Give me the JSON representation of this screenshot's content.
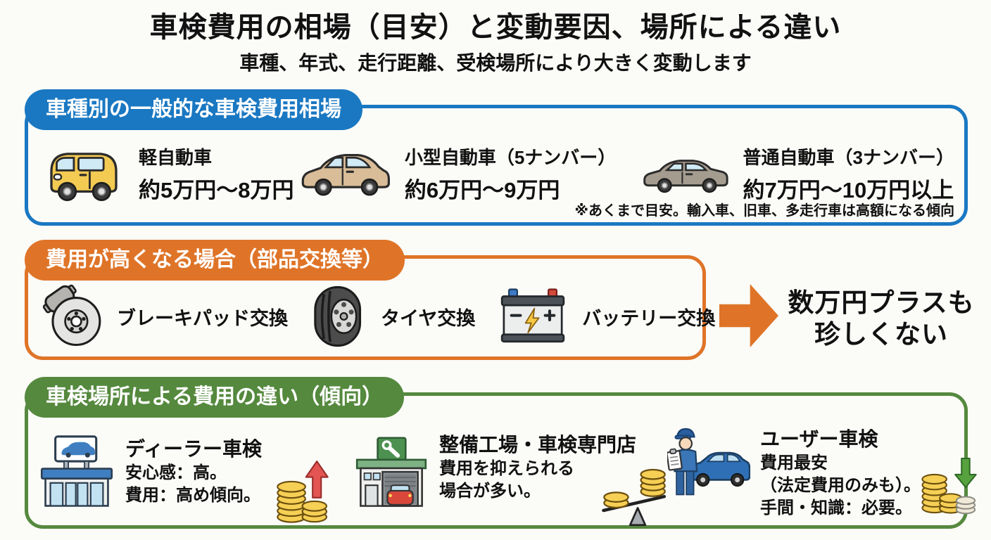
{
  "colors": {
    "blue": "#1a78c2",
    "orange": "#df7428",
    "green": "#55893e",
    "red_arrow": "#e25552",
    "green_arrow": "#57a23e",
    "coin_gold": "#f6cf55"
  },
  "page": {
    "title": "車検費用の相場（目安）と変動要因、場所による違い",
    "subtitle": "車種、年式、走行距離、受検場所により大きく変動します"
  },
  "vehicle_section": {
    "header": "車種別の一般的な車検費用相場",
    "items": [
      {
        "icon": "kei-car-icon",
        "name": "軽自動車",
        "price": "約5万円〜8万円"
      },
      {
        "icon": "compact-car-icon",
        "name": "小型自動車（5ナンバー）",
        "price": "約6万円〜9万円"
      },
      {
        "icon": "sedan-car-icon",
        "name": "普通自動車（3ナンバー）",
        "price": "約7万円〜10万円以上"
      }
    ],
    "note": "※あくまで目安。輸入車、旧車、多走行車は高額になる傾向"
  },
  "parts_section": {
    "header": "費用が高くなる場合（部品交換等）",
    "items": [
      {
        "icon": "brake-pad-icon",
        "label": "ブレーキパッド交換"
      },
      {
        "icon": "tire-icon",
        "label": "タイヤ交換"
      },
      {
        "icon": "battery-icon",
        "label": "バッテリー交換"
      }
    ],
    "result": {
      "line1": "数万円プラスも",
      "line2": "珍しくない"
    }
  },
  "location_section": {
    "header": "車検場所による費用の違い（傾向）",
    "items": [
      {
        "icon": "dealer-building-icon",
        "money_icon": "coins-up-icon",
        "title": "ディーラー車検",
        "line1": "安心感：高。",
        "line2": "費用：高め傾向。"
      },
      {
        "icon": "garage-icon",
        "money_icon": "coins-balance-icon",
        "title": "整備工場・車検専門店",
        "line1": "費用を抑えられる",
        "line2": "場合が多い。"
      },
      {
        "icon": "mechanic-icon",
        "money_icon": "coins-down-icon",
        "title": "ユーザー車検",
        "line1": "費用最安",
        "line2": "（法定費用のみも）。",
        "line3": "手間・知識：必要。"
      }
    ]
  }
}
